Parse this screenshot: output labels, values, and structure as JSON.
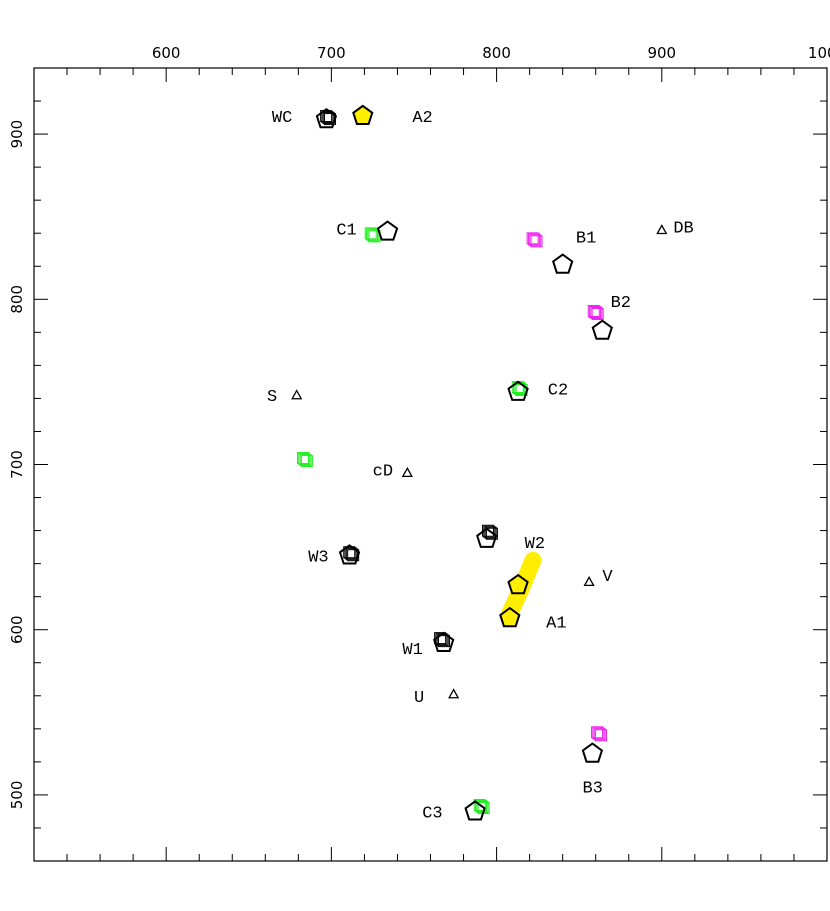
{
  "chart_data": {
    "type": "scatter",
    "title": "",
    "xlabel": "",
    "ylabel": "",
    "xlim": [
      520,
      1000
    ],
    "ylim": [
      460,
      940
    ],
    "x_ticks": [
      600,
      700,
      800,
      900,
      1000
    ],
    "x_tick_labels": [
      "600",
      "700",
      "800",
      "900",
      "1000"
    ],
    "y_ticks": [
      500,
      600,
      700,
      800,
      900
    ],
    "y_tick_labels": [
      "500",
      "600",
      "700",
      "800",
      "900"
    ],
    "grid": false,
    "colors": {
      "black": "#000000",
      "yellow": "#ffee00",
      "magenta": "#ee22ee",
      "green": "#22ee22"
    },
    "pentagons_open": [
      {
        "x": 697,
        "y": 909
      },
      {
        "x": 734,
        "y": 841
      },
      {
        "x": 840,
        "y": 821
      },
      {
        "x": 864,
        "y": 781
      },
      {
        "x": 813,
        "y": 744
      },
      {
        "x": 794,
        "y": 655
      },
      {
        "x": 711,
        "y": 645
      },
      {
        "x": 768,
        "y": 592
      },
      {
        "x": 858,
        "y": 525
      },
      {
        "x": 787,
        "y": 490
      }
    ],
    "pentagons_filled": [
      {
        "x": 719,
        "y": 911
      },
      {
        "x": 813,
        "y": 627
      },
      {
        "x": 808,
        "y": 607
      }
    ],
    "yellow_trail": [
      {
        "x": 808,
        "y": 610
      },
      {
        "x": 815,
        "y": 625
      },
      {
        "x": 822,
        "y": 642
      }
    ],
    "square_clusters": [
      {
        "x": 698,
        "y": 910,
        "color": "#000000"
      },
      {
        "x": 725,
        "y": 839,
        "color": "#22ee22"
      },
      {
        "x": 823,
        "y": 836,
        "color": "#ee22ee"
      },
      {
        "x": 860,
        "y": 792,
        "color": "#ee22ee"
      },
      {
        "x": 814,
        "y": 746,
        "color": "#22ee22"
      },
      {
        "x": 684,
        "y": 703,
        "color": "#22ee22"
      },
      {
        "x": 796,
        "y": 659,
        "color": "#000000"
      },
      {
        "x": 712,
        "y": 646,
        "color": "#000000"
      },
      {
        "x": 767,
        "y": 594,
        "color": "#000000"
      },
      {
        "x": 862,
        "y": 537,
        "color": "#ee22ee"
      },
      {
        "x": 791,
        "y": 493,
        "color": "#22ee22"
      }
    ],
    "triangles": [
      {
        "x": 900,
        "y": 842
      },
      {
        "x": 679,
        "y": 742
      },
      {
        "x": 746,
        "y": 695
      },
      {
        "x": 856,
        "y": 629
      },
      {
        "x": 774,
        "y": 561
      }
    ],
    "labels": [
      {
        "text": "WC",
        "x": 664,
        "y": 911
      },
      {
        "text": "A2",
        "x": 749,
        "y": 911
      },
      {
        "text": "C1",
        "x": 703,
        "y": 843
      },
      {
        "text": "B1",
        "x": 848,
        "y": 838
      },
      {
        "text": "DB",
        "x": 907,
        "y": 844
      },
      {
        "text": "B2",
        "x": 869,
        "y": 799
      },
      {
        "text": "S",
        "x": 661,
        "y": 742
      },
      {
        "text": "C2",
        "x": 831,
        "y": 746
      },
      {
        "text": "cD",
        "x": 725,
        "y": 697
      },
      {
        "text": "W2",
        "x": 817,
        "y": 653
      },
      {
        "text": "W3",
        "x": 686,
        "y": 645
      },
      {
        "text": "V",
        "x": 864,
        "y": 633
      },
      {
        "text": "A1",
        "x": 830,
        "y": 605
      },
      {
        "text": "W1",
        "x": 743,
        "y": 589
      },
      {
        "text": "U",
        "x": 750,
        "y": 560
      },
      {
        "text": "B3",
        "x": 852,
        "y": 505
      },
      {
        "text": "C3",
        "x": 755,
        "y": 490
      }
    ]
  }
}
